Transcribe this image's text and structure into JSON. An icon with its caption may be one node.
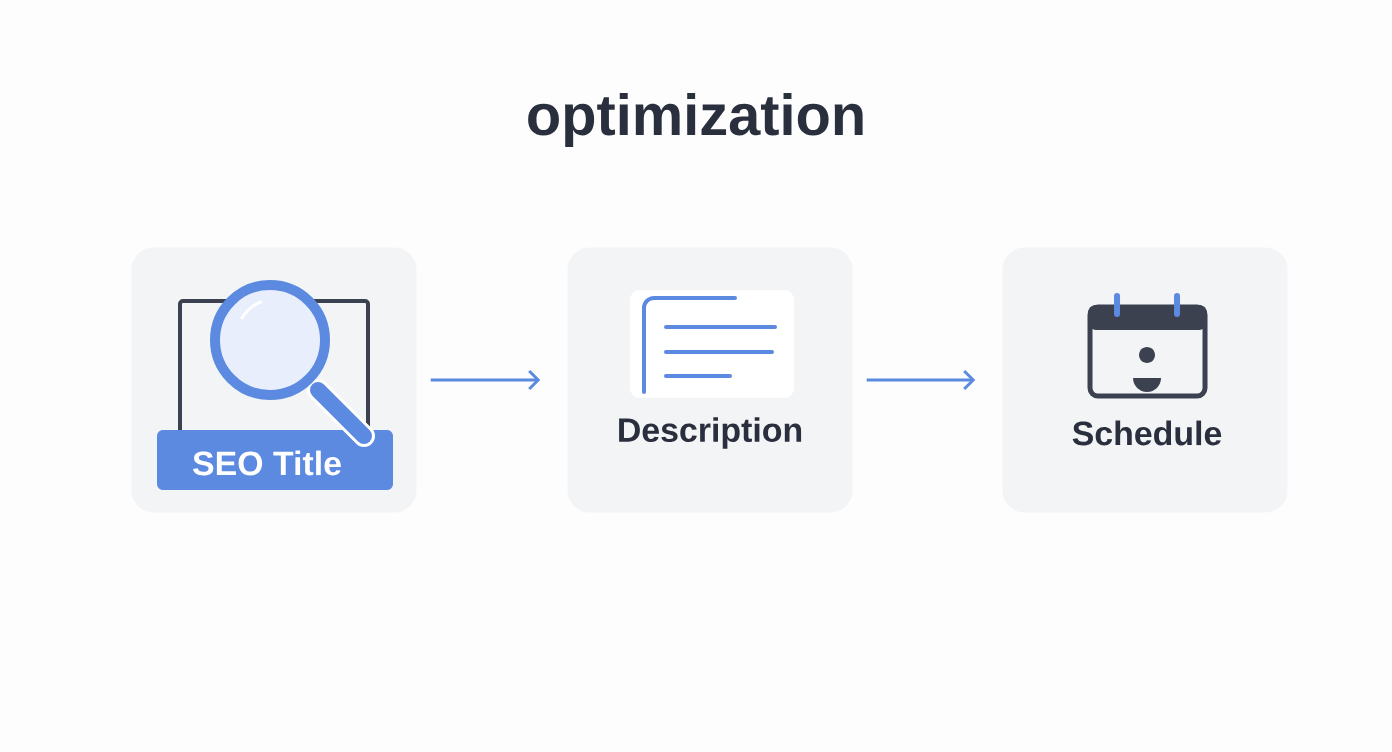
{
  "diagram": {
    "title": "optimization",
    "nodes": [
      {
        "text": [
          "SEO Title"
        ]
      },
      {
        "text": [
          "Description"
        ]
      },
      {
        "text": [
          "Schedule"
        ]
      }
    ],
    "edges": [
      {
        "from": 0,
        "to": 1,
        "arrow": "to"
      },
      {
        "from": 1,
        "to": 2,
        "arrow": "to"
      }
    ]
  }
}
